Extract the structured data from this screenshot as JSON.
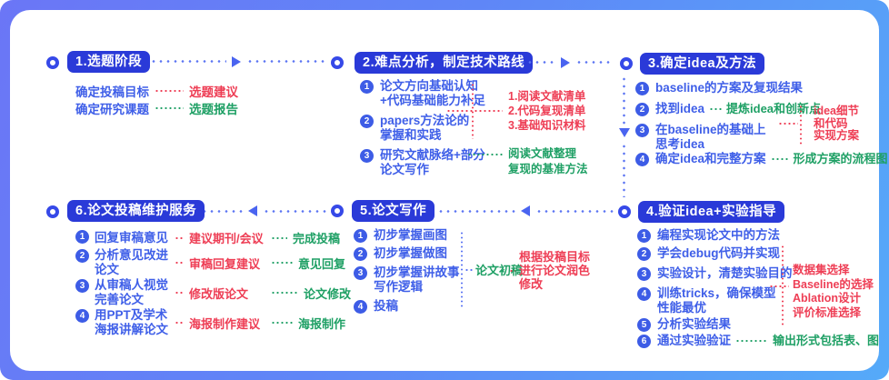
{
  "colors": {
    "badge_bg": "#2a3ad8",
    "item_blue": "#3f5fe8",
    "annotation_red": "#ee3e55",
    "annotation_green": "#1fa065",
    "connector_blue": "#5b74f3",
    "frame_gradient_from": "#6b76f6",
    "frame_gradient_to": "#55aaf9",
    "card_bg": "#ffffff"
  },
  "stages": {
    "s1": {
      "badge": "1.选题阶段",
      "rows": [
        {
          "label": "确定投稿目标",
          "note": "选题建议"
        },
        {
          "label": "确定研究课题",
          "note": "选题报告"
        }
      ]
    },
    "s2": {
      "badge": "2.难点分析，制定技术路线",
      "items": [
        {
          "num": "1",
          "lines": [
            "论文方向基础认知",
            "+代码基础能力补足"
          ]
        },
        {
          "num": "2",
          "lines": [
            "papers方法论的",
            "掌握和实践"
          ]
        },
        {
          "num": "3",
          "lines": [
            "研究文献脉络+部分",
            "论文写作"
          ]
        }
      ],
      "red_note_lines": [
        "1.阅读文献清单",
        "2.代码复现清单",
        "3.基础知识材料"
      ],
      "green_note_lines": [
        "阅读文献整理",
        "复现的基准方法"
      ]
    },
    "s3": {
      "badge": "3.确定idea及方法",
      "items": [
        {
          "num": "1",
          "lines": [
            "baseline的方案及复现结果"
          ]
        },
        {
          "num": "2",
          "lines": [
            "找到idea"
          ],
          "green_inline": "提炼idea和创新点"
        },
        {
          "num": "3",
          "lines": [
            "在baseline的基础上",
            "思考idea"
          ]
        },
        {
          "num": "4",
          "lines": [
            "确定idea和完整方案"
          ],
          "green_inline": "形成方案的流程图"
        }
      ],
      "red_note_lines": [
        "idea细节",
        "和代码",
        "实现方案"
      ]
    },
    "s4": {
      "badge": "4.验证idea+实验指导",
      "items": [
        {
          "num": "1",
          "lines": [
            "编程实现论文中的方法"
          ]
        },
        {
          "num": "2",
          "lines": [
            "学会debug代码并实现"
          ]
        },
        {
          "num": "3",
          "lines": [
            "实验设计，清楚实验目的"
          ]
        },
        {
          "num": "4",
          "lines": [
            "训练tricks，确保模型",
            "性能最优"
          ]
        },
        {
          "num": "5",
          "lines": [
            "分析实验结果"
          ]
        },
        {
          "num": "6",
          "lines": [
            "通过实验验证"
          ],
          "green_inline": "输出形式包括表、图"
        }
      ],
      "red_note_lines": [
        "数据集选择",
        "Baseline的选择",
        "Ablation设计",
        "评价标准选择"
      ]
    },
    "s5": {
      "badge": "5.论文写作",
      "items": [
        {
          "num": "1",
          "lines": [
            "初步掌握画图"
          ]
        },
        {
          "num": "2",
          "lines": [
            "初步掌握做图"
          ]
        },
        {
          "num": "3",
          "lines": [
            "初步掌握讲故事",
            "写作逻辑"
          ]
        },
        {
          "num": "4",
          "lines": [
            "投稿"
          ]
        }
      ],
      "green_note": "论文初稿",
      "red_note_lines": [
        "根据投稿目标",
        "进行论文润色",
        "修改"
      ]
    },
    "s6": {
      "badge": "6.论文投稿维护服务",
      "rows": [
        {
          "num": "1",
          "lines": [
            "回复审稿意见"
          ],
          "red": "建议期刊/会议",
          "green": "完成投稿"
        },
        {
          "num": "2",
          "lines": [
            "分析意见改进",
            "论文"
          ],
          "red": "审稿回复建议",
          "green": "意见回复"
        },
        {
          "num": "3",
          "lines": [
            "从审稿人视觉",
            "完善论文"
          ],
          "red": "修改版论文",
          "green": "论文修改"
        },
        {
          "num": "4",
          "lines": [
            "用PPT及学术",
            "海报讲解论文"
          ],
          "red": "海报制作建议",
          "green": "海报制作"
        }
      ]
    }
  }
}
